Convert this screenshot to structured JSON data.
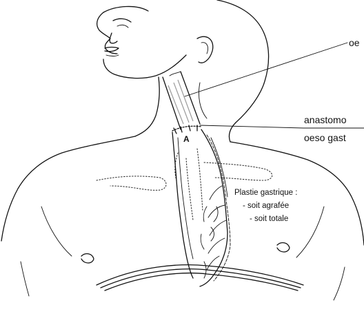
{
  "labels": {
    "oesophagus": "oe",
    "anastomosis_line1": "anastomo",
    "anastomosis_line2": "oeso gast",
    "marker": "A",
    "plasty_title": "Plastie gastrique :",
    "plasty_option1": "- soit agrafée",
    "plasty_option2": "- soit totale"
  },
  "colors": {
    "ink": "#111111",
    "background": "#ffffff"
  }
}
